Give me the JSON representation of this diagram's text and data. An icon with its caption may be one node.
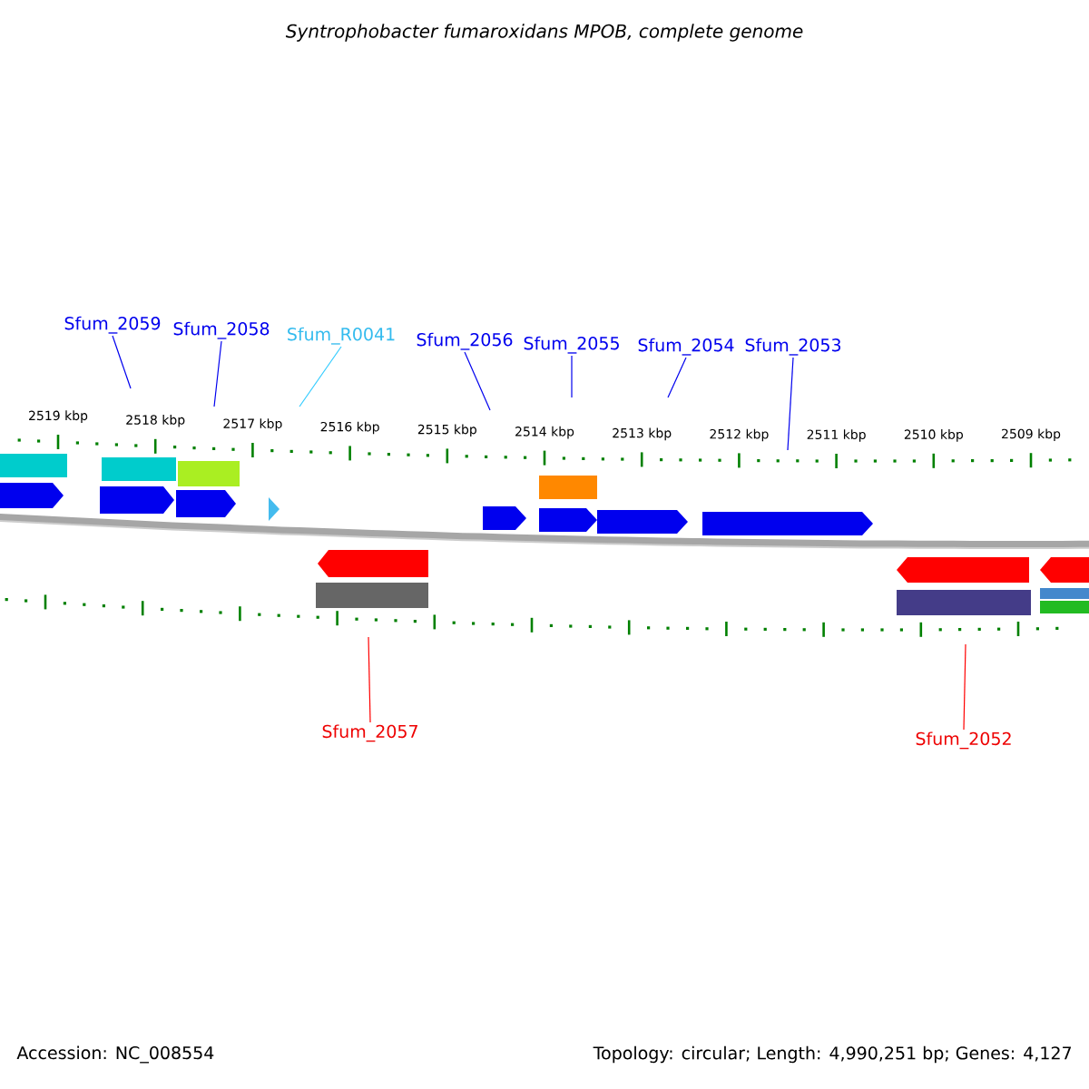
{
  "diagram": {
    "title": "Syntrophobacter fumaroxidans MPOB, complete genome",
    "nodes": [
      {
        "text": [
          "Sfum_2059"
        ]
      },
      {
        "text": [
          "Sfum_2058"
        ]
      },
      {
        "text": [
          "Sfum_R0041"
        ]
      },
      {
        "text": [
          "Sfum_2056"
        ]
      },
      {
        "text": [
          "Sfum_2055"
        ]
      },
      {
        "text": [
          "Sfum_2054"
        ]
      },
      {
        "text": [
          "Sfum_2053"
        ]
      },
      {
        "text": [
          "Sfum_2057"
        ]
      },
      {
        "text": [
          "Sfum_2052"
        ]
      }
    ],
    "edges": [
      {
        "from": 0,
        "to": null,
        "arrow": "none"
      },
      {
        "from": 1,
        "to": null,
        "arrow": "none"
      },
      {
        "from": 2,
        "to": null,
        "arrow": "none",
        "color": "#33ccff"
      },
      {
        "from": 3,
        "to": null,
        "arrow": "none"
      },
      {
        "from": 4,
        "to": null,
        "arrow": "none"
      },
      {
        "from": 5,
        "to": null,
        "arrow": "none"
      },
      {
        "from": 6,
        "to": null,
        "arrow": "none"
      },
      {
        "from": 7,
        "to": null,
        "arrow": "none",
        "color": "#ff0000"
      },
      {
        "from": 8,
        "to": null,
        "arrow": "none",
        "color": "#ff0000"
      }
    ],
    "labels": [
      "2519 kbp",
      "2518 kbp",
      "2517 kbp",
      "2516 kbp",
      "2515 kbp",
      "2514 kbp",
      "2513 kbp",
      "2512 kbp",
      "2511 kbp",
      "2510 kbp",
      "2509 kbp",
      "Accession: NC_008554",
      "Topology: circular; Length: 4,990,251 bp; Genes: 4,127"
    ]
  }
}
